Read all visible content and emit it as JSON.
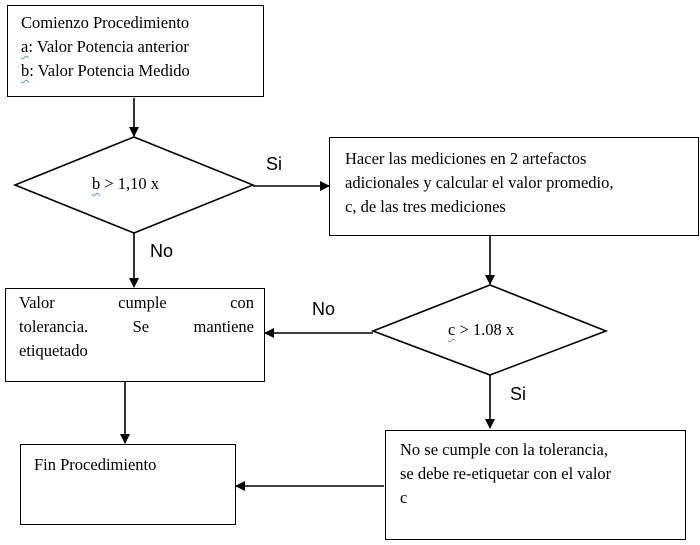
{
  "start": {
    "title": "Comienzo Procedimiento",
    "a_key": "a",
    "a_text": ": Valor Potencia anterior",
    "b_key": "b",
    "b_text": ": Valor Potencia Medido"
  },
  "decision1": {
    "var": "b",
    "rest": " > 1,10 x"
  },
  "decision2": {
    "var": "c",
    "rest": " > 1.08 x"
  },
  "measure": {
    "line1": "Hacer las mediciones en 2 artefactos",
    "line2": "adicionales y calcular el valor promedio,",
    "line3": "c, de las tres mediciones"
  },
  "tolerance_ok": {
    "line1": "Valor cumple con",
    "line2": "tolerancia. Se mantiene",
    "line3": "etiquetado"
  },
  "tolerance_fail": {
    "line1": "No se cumple con la tolerancia,",
    "line2": "se debe re-etiquetar con el valor",
    "line3": "c"
  },
  "end": {
    "title": "Fin Procedimiento"
  },
  "labels": {
    "si_1": "Si",
    "no_1": "No",
    "no_2": "No",
    "si_2": "Si"
  }
}
